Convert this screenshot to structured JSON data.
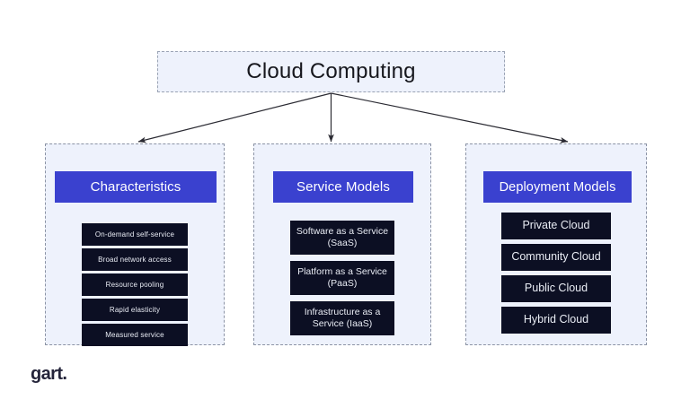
{
  "diagram": {
    "root": {
      "label": "Cloud Computing"
    },
    "branches": [
      {
        "id": "characteristics",
        "header": "Characteristics",
        "items": [
          "On-demand self-service",
          "Broad network access",
          "Resource pooling",
          "Rapid elasticity",
          "Measured service"
        ]
      },
      {
        "id": "service-models",
        "header": "Service Models",
        "items": [
          "Software as a Service (SaaS)",
          "Platform as a Service (PaaS)",
          "Infrastructure as a Service (IaaS)"
        ]
      },
      {
        "id": "deployment-models",
        "header": "Deployment Models",
        "items": [
          "Private Cloud",
          "Community Cloud",
          "Public Cloud",
          "Hybrid Cloud"
        ]
      }
    ]
  },
  "logo": {
    "text": "gart."
  },
  "colors": {
    "background": "#ffffff",
    "panel_fill": "#eef2fc",
    "panel_border": "#8b93a5",
    "header_blue": "#3a41cf",
    "item_dark": "#0c0f23",
    "item_text": "#e9ecf4",
    "root_text": "#16171d",
    "arrow": "#2b2b33",
    "logo_text": "#24243a"
  }
}
